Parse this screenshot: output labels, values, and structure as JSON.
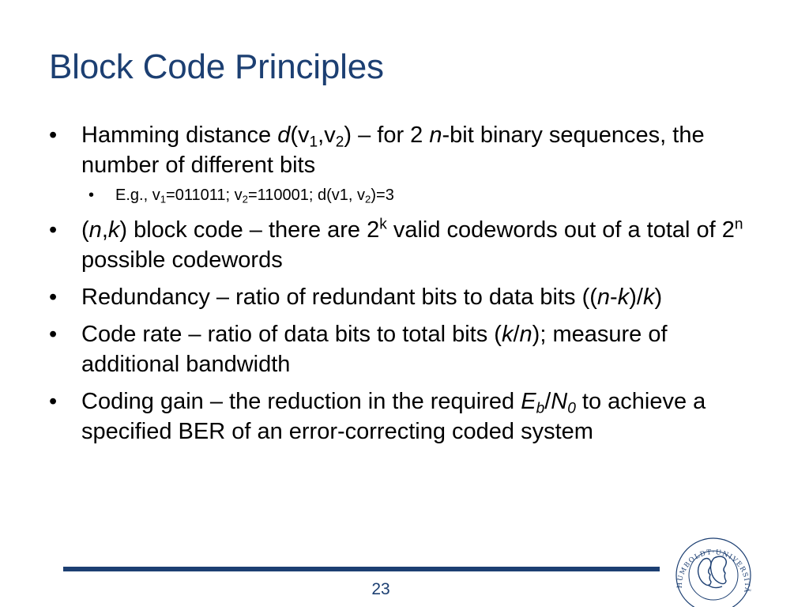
{
  "slide": {
    "title": "Block Code Principles",
    "page_number": "23",
    "bullets": [
      {
        "parts": [
          "Hamming distance ",
          "d",
          "(v",
          "1",
          ",v",
          "2",
          ") – for 2 ",
          "n",
          "-bit binary sequences, the number of different bits"
        ],
        "sub": {
          "parts": [
            "E.g., v",
            "1",
            "=011011; v",
            "2",
            "=110001; d(v1, v",
            "2",
            ")=3"
          ]
        }
      },
      {
        "parts": [
          "(",
          "n",
          ",",
          "k",
          ") block code – there are 2",
          "k",
          " valid codewords out of a total of 2",
          "n",
          " possible codewords"
        ]
      },
      {
        "parts": [
          "Redundancy – ratio of redundant bits to data bits ((",
          "n",
          "-",
          "k",
          ")/",
          "k",
          ")"
        ]
      },
      {
        "parts": [
          "Code rate – ratio of data bits to total bits (",
          "k",
          "/",
          "n",
          "); measure of additional bandwidth"
        ]
      },
      {
        "parts": [
          "Coding gain – the reduction in the required ",
          "E",
          "b",
          "/",
          "N",
          "0",
          " to achieve a specified BER of an error-correcting coded system"
        ]
      }
    ],
    "bullet_glyph": "•",
    "seal_text": "HUMBOLDT·UNIVERSITÄT·ZU·BERLIN"
  },
  "colors": {
    "title": "#1c3f72",
    "rule": "#1c3f72",
    "text": "#000000"
  }
}
